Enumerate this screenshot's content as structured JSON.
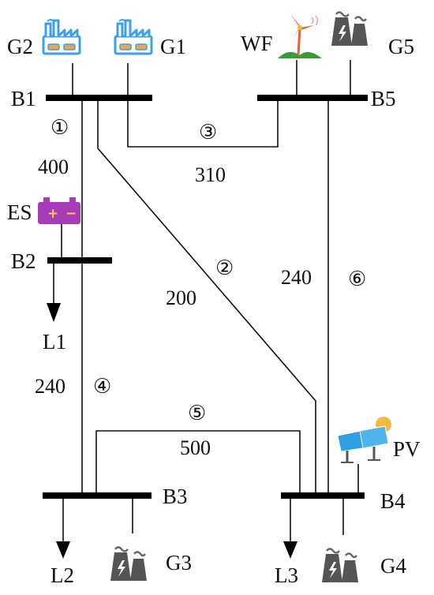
{
  "buses": {
    "b1": "B1",
    "b2": "B2",
    "b3": "B3",
    "b4": "B4",
    "b5": "B5"
  },
  "generators": {
    "g1": "G1",
    "g2": "G2",
    "g3": "G3",
    "g4": "G4",
    "g5": "G5"
  },
  "sources": {
    "wind_farm": "WF",
    "energy_storage": "ES",
    "photovoltaic": "PV"
  },
  "loads": {
    "l1": "L1",
    "l2": "L2",
    "l3": "L3"
  },
  "lines": [
    {
      "id": "①",
      "capacity": "400"
    },
    {
      "id": "②",
      "capacity": "200"
    },
    {
      "id": "③",
      "capacity": "310"
    },
    {
      "id": "④",
      "capacity": "240"
    },
    {
      "id": "⑤",
      "capacity": "500"
    },
    {
      "id": "⑥",
      "capacity": "240"
    }
  ],
  "colors": {
    "factory_icon": "#3aa0e8",
    "factory_window": "#f2a54a",
    "plant_icon": "#555555",
    "battery": "#a83cb8",
    "battery_sign": "#f4d03f",
    "solar_panel": "#2e9fe0",
    "sun": "#f5b942",
    "turbine": "#e8603c",
    "hill": "#3a9a3a"
  },
  "icons": {
    "g1": "factory-icon",
    "g2": "factory-icon",
    "g3": "power-plant-icon",
    "g4": "power-plant-icon",
    "g5": "power-plant-icon",
    "wf": "wind-turbine-icon",
    "es": "battery-icon",
    "pv": "solar-panel-icon"
  }
}
